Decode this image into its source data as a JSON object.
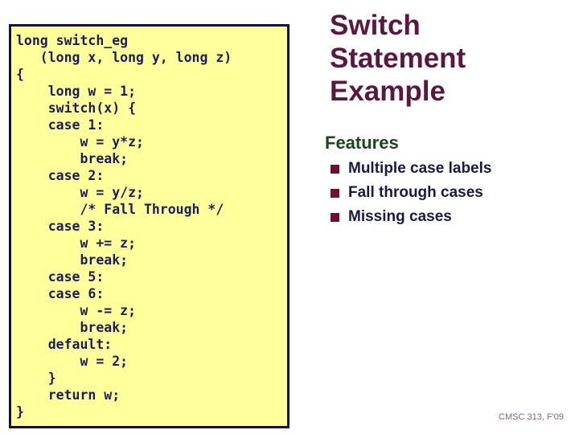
{
  "slide": {
    "title": "Switch Statement Example",
    "footer": "CMSC 313, F'09"
  },
  "code_panel": {
    "code": "long switch_eg\n   (long x, long y, long z)\n{\n    long w = 1;\n    switch(x) {\n    case 1:\n        w = y*z;\n        break;\n    case 2:\n        w = y/z;\n        /* Fall Through */\n    case 3:\n        w += z;\n        break;\n    case 5:\n    case 6:\n        w -= z;\n        break;\n    default:\n        w = 2;\n    }\n    return w;\n}"
  },
  "features": {
    "heading": "Features",
    "items": [
      "Multiple case labels",
      "Fall through cases",
      "Missing cases"
    ]
  },
  "colors": {
    "code_background": "#ffff9c",
    "code_border": "#13133f",
    "code_text": "#1d1d56",
    "title_text": "#5c1741",
    "features_heading_text": "#17471a",
    "bullet_square": "#70102c",
    "bullet_text": "#191947",
    "footer_text": "#7b6878"
  }
}
